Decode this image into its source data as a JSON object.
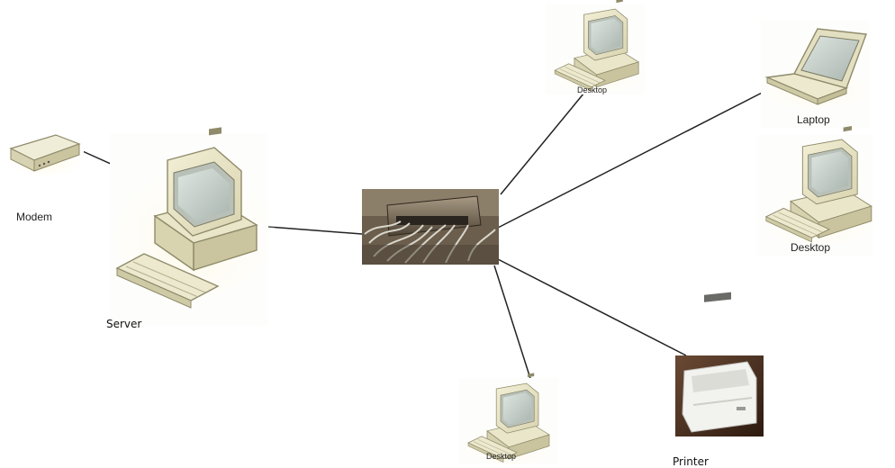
{
  "diagram": {
    "labels": {
      "modem": "Modem",
      "server": "Server",
      "desktop_top": "Desktop",
      "laptop": "Laptop",
      "desktop_right": "Desktop",
      "desktop_bottom": "Desktop",
      "printer": "Printer"
    },
    "icons": {
      "modem": "modem-icon",
      "server": "desktop-computer-icon",
      "switch": "network-switch-photo",
      "desktop_top": "desktop-computer-icon",
      "laptop": "laptop-icon",
      "desktop_right": "desktop-computer-icon",
      "desktop_bottom": "desktop-computer-icon",
      "printer": "printer-photo"
    },
    "colors": {
      "line": "#222222",
      "device_body": "#e9e6c9",
      "device_shadow": "#cfcaa6",
      "screen": "#c7cfc9",
      "switch_bg": "#6b5e4c",
      "printer_bg": "#4a2e1e"
    }
  }
}
